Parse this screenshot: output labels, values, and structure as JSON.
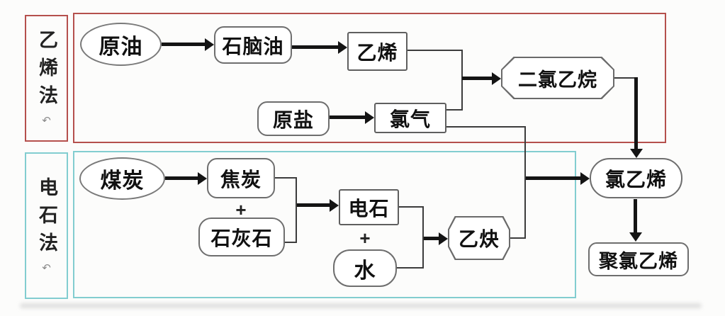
{
  "sections": {
    "ethylene_method": {
      "label": "乙烯法",
      "mark": "↶",
      "border_color": "#b5504d"
    },
    "carbide_method": {
      "label": "电石法",
      "mark": "↶",
      "border_color": "#82cdd0"
    }
  },
  "nodes": {
    "crude_oil": "原油",
    "naphtha": "石脑油",
    "ethylene": "乙烯",
    "raw_salt": "原盐",
    "chlorine_gas": "氯气",
    "dichloroethane": "二氯乙烷",
    "coal": "煤炭",
    "coke": "焦炭",
    "limestone": "石灰石",
    "calcium_carbide": "电石",
    "water": "水",
    "acetylene": "乙炔",
    "vinyl_chloride": "氯乙烯",
    "polyvinyl_chloride": "聚氯乙烯"
  },
  "operators": {
    "plus_coke_limestone": "+",
    "plus_carbide_water": "+"
  }
}
